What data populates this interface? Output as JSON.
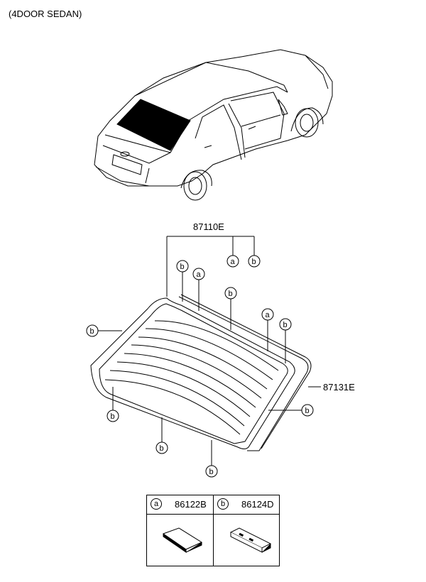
{
  "variant_label": "(4DOOR SEDAN)",
  "parts": {
    "glass_assy": "87110E",
    "molding": "87131E"
  },
  "callout_letters": {
    "a": "a",
    "b": "b"
  },
  "legend": [
    {
      "letter": "a",
      "part_no": "86122B"
    },
    {
      "letter": "b",
      "part_no": "86124D"
    }
  ]
}
